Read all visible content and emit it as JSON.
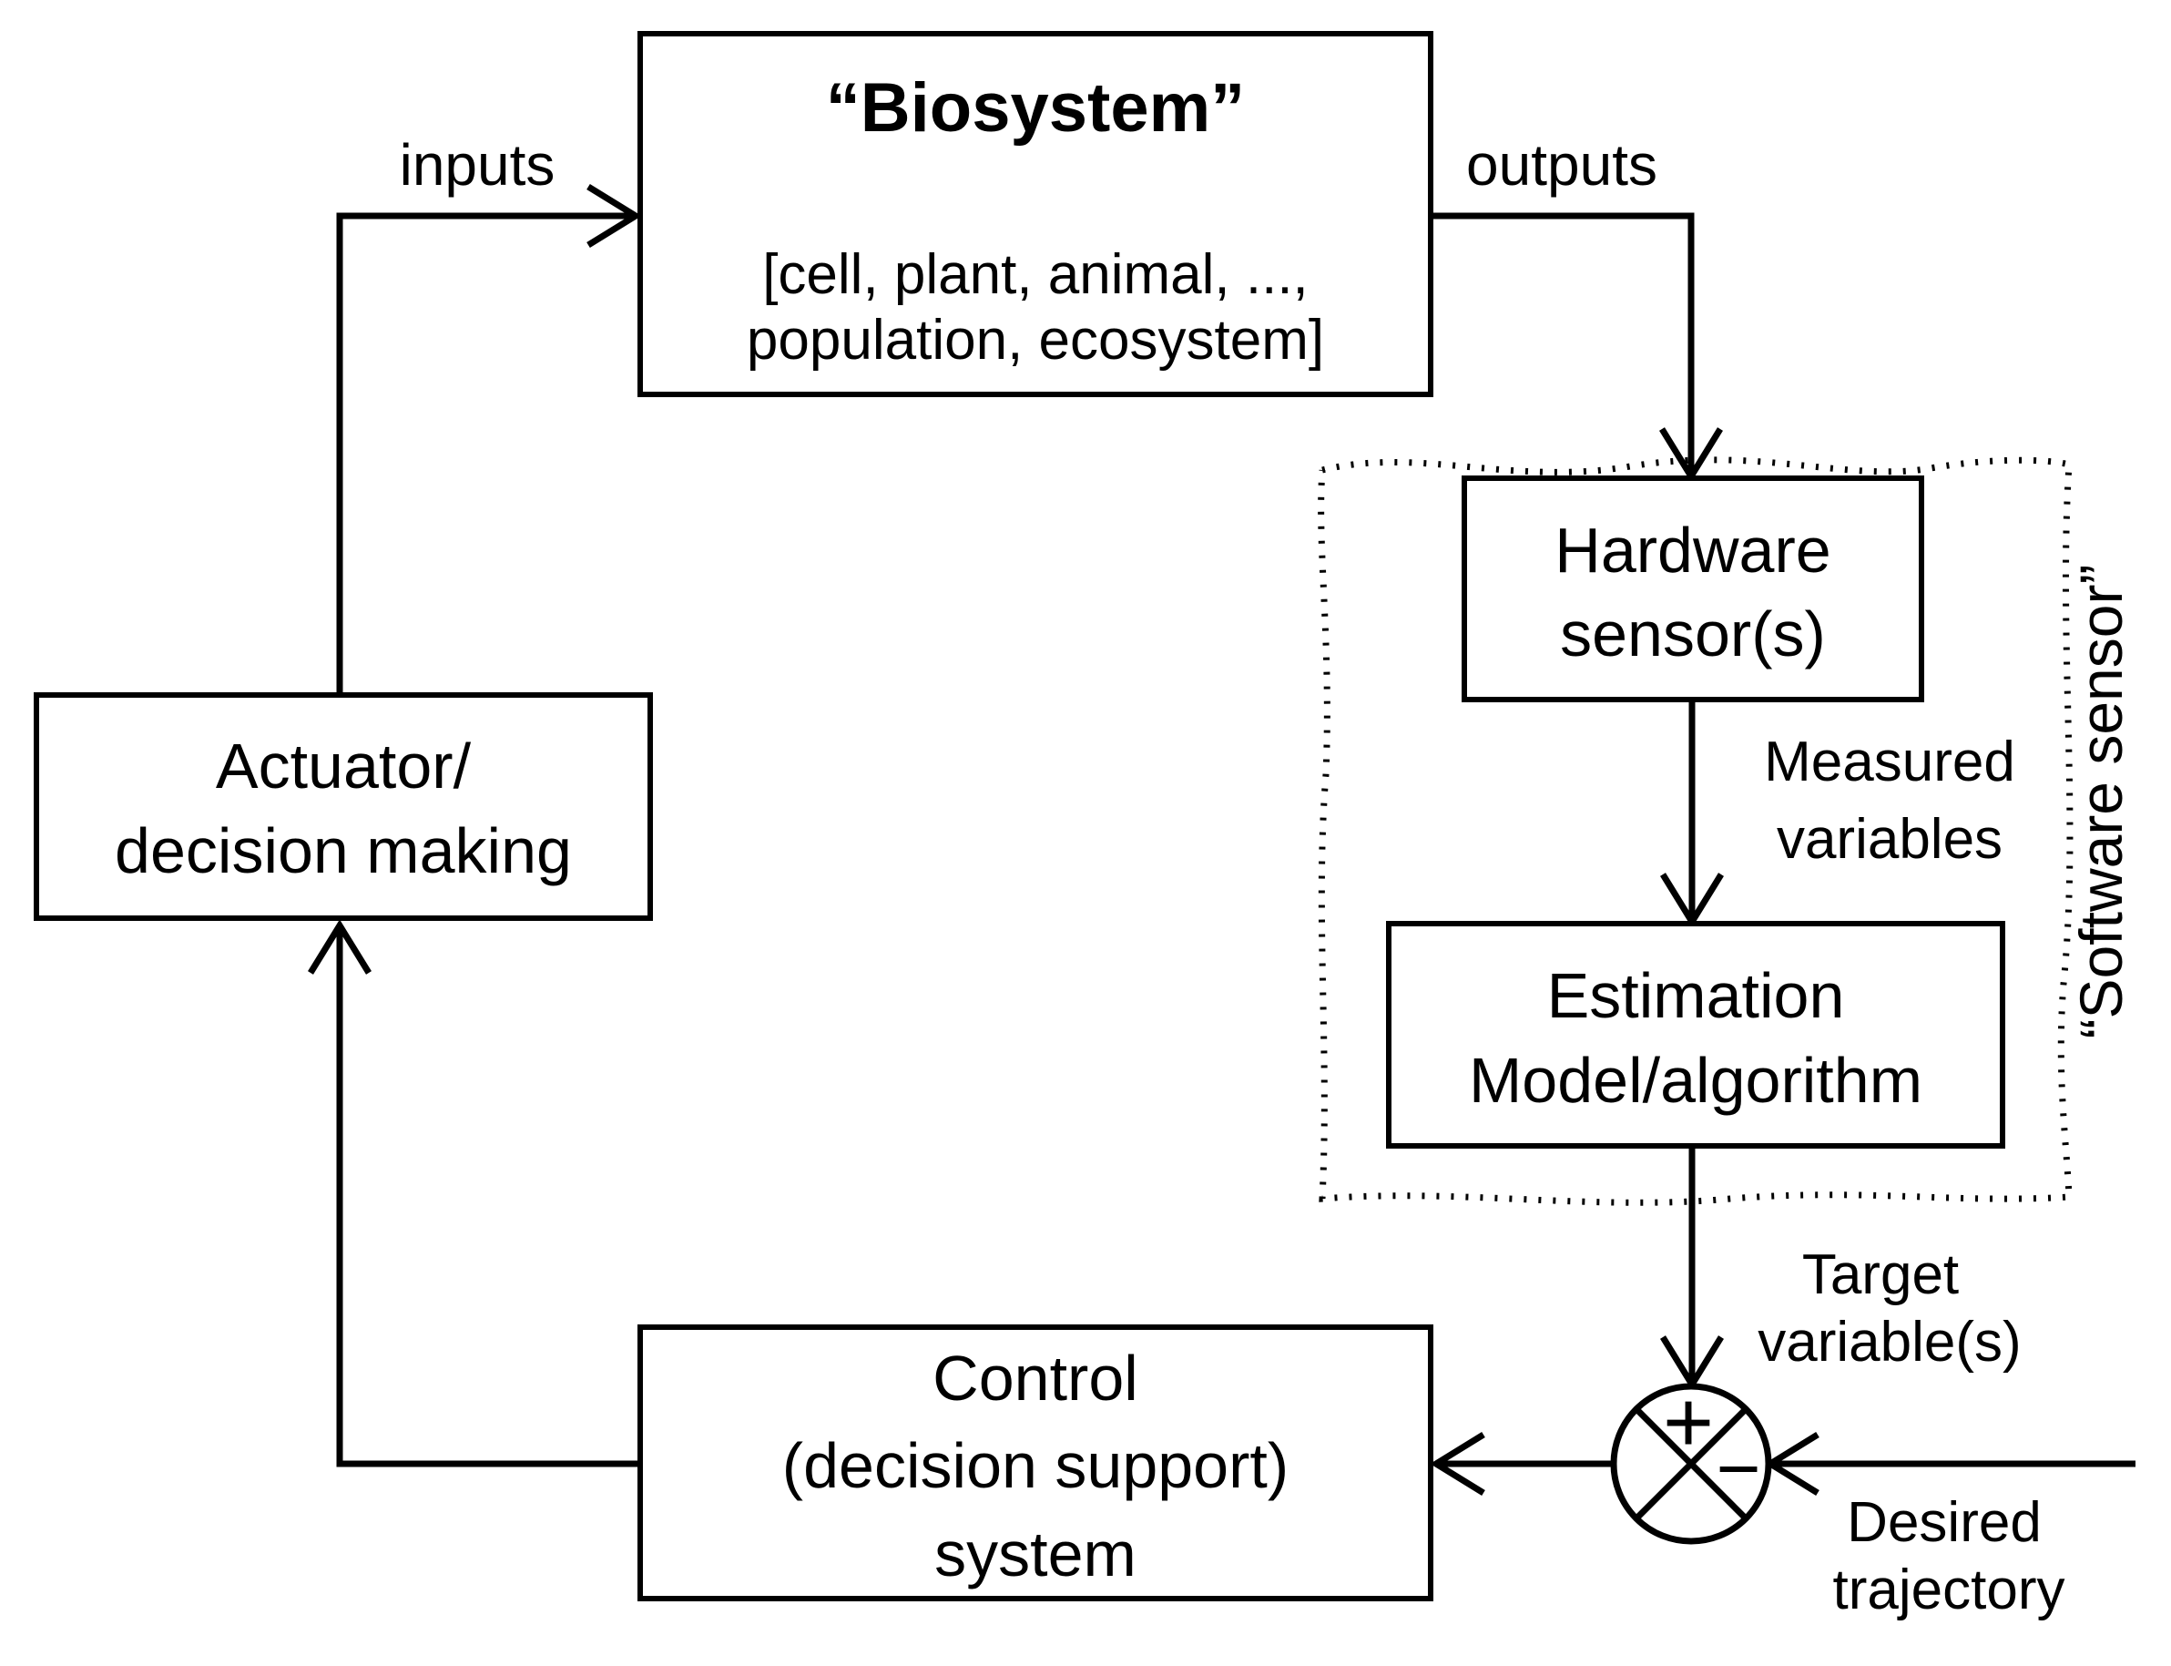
{
  "diagram": {
    "background": "#ffffff",
    "line_color": "#000000",
    "nodes": {
      "biosystem": {
        "title": "“Biosystem”",
        "subtitle_line1": "[cell, plant, animal, ...,",
        "subtitle_line2": "population, ecosystem]"
      },
      "hardware_sensor": {
        "line1": "Hardware",
        "line2": "sensor(s)"
      },
      "estimation": {
        "line1": "Estimation",
        "line2": "Model/algorithm"
      },
      "control": {
        "line1": "Control",
        "line2": "(decision support)",
        "line3": "system"
      },
      "actuator": {
        "line1": "Actuator/",
        "line2": "decision making"
      }
    },
    "labels": {
      "inputs": "inputs",
      "outputs": "outputs",
      "measured_line1": "Measured",
      "measured_line2": "variables",
      "target_line1": "Target",
      "target_line2": "variable(s)",
      "desired_line1": "Desired",
      "desired_line2": "trajectory",
      "software_sensor": "“Software sensor”",
      "plus_sign": "+",
      "minus_sign": "−"
    }
  }
}
